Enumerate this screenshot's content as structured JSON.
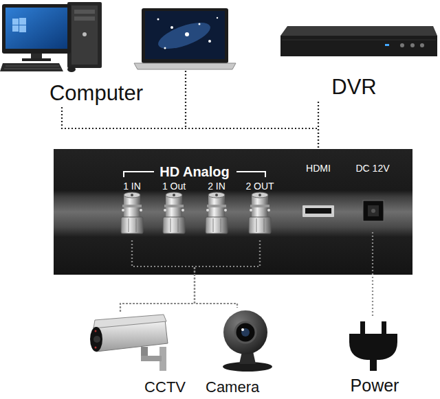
{
  "diagram": {
    "nodes": [
      {
        "text": [
          "Computer"
        ]
      },
      {
        "text": [
          "DVR"
        ]
      },
      {
        "text": [
          "HD Analog"
        ]
      },
      {
        "text": [
          "1 IN"
        ],
        "in": 2
      },
      {
        "text": [
          "1 Out"
        ],
        "in": 2
      },
      {
        "text": [
          "2 IN"
        ],
        "in": 2
      },
      {
        "text": [
          "2 OUT"
        ],
        "in": 2
      },
      {
        "text": [
          "HDMI"
        ],
        "in": 2
      },
      {
        "text": [
          "DC 12V"
        ],
        "in": 2
      },
      {
        "text": [
          "CCTV"
        ]
      },
      {
        "text": [
          "Camera"
        ]
      },
      {
        "text": [
          "Power"
        ]
      }
    ],
    "edges": [
      {
        "from": 0,
        "to": 7,
        "arrow": "none"
      },
      {
        "from": 1,
        "to": 7,
        "arrow": "none"
      },
      {
        "from": 3,
        "to": 9,
        "arrow": "none"
      },
      {
        "from": 3,
        "to": 10,
        "arrow": "none"
      },
      {
        "from": 6,
        "to": 9,
        "arrow": "none"
      },
      {
        "from": 6,
        "to": 10,
        "arrow": "none"
      },
      {
        "from": 8,
        "to": 11,
        "arrow": "none"
      }
    ]
  }
}
